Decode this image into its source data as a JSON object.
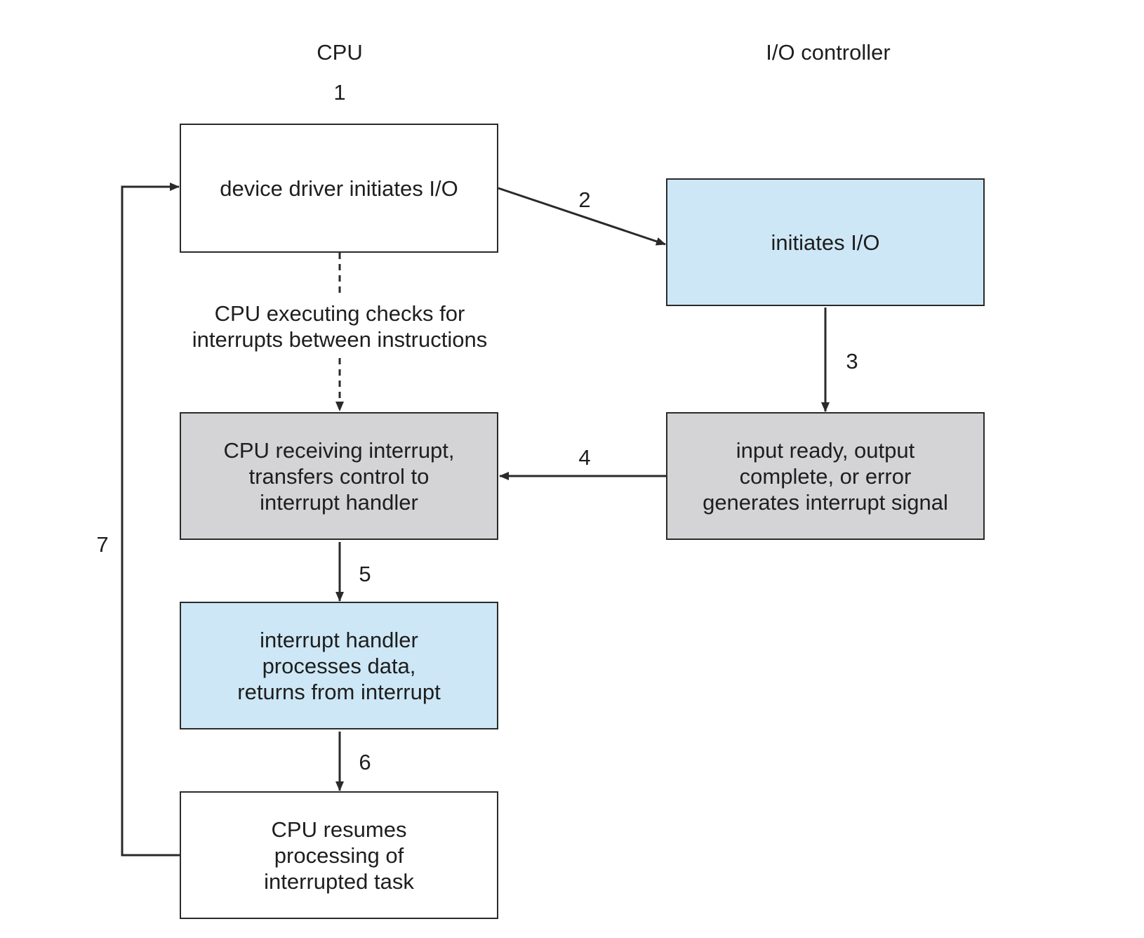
{
  "headers": {
    "cpu": "CPU",
    "io_controller": "I/O controller"
  },
  "step_labels": {
    "s1": "1",
    "s2": "2",
    "s3": "3",
    "s4": "4",
    "s5": "5",
    "s6": "6",
    "s7": "7"
  },
  "boxes": {
    "device_driver": "device driver initiates I/O",
    "io_initiates": "initiates I/O",
    "cpu_receiving": "CPU receiving interrupt,\ntransfers control to\ninterrupt handler",
    "io_ready": "input ready, output\ncomplete, or error\ngenerates interrupt signal",
    "handler_processes": "interrupt handler\nprocesses data,\nreturns from interrupt",
    "cpu_resumes": "CPU resumes\nprocessing of\ninterrupted task"
  },
  "cpu_check_note": "CPU executing checks for\ninterrupts between instructions",
  "colors": {
    "blue_fill": "#cde7f6",
    "gray_fill": "#d4d4d6",
    "white_fill": "#ffffff",
    "stroke": "#2a2a2a"
  }
}
